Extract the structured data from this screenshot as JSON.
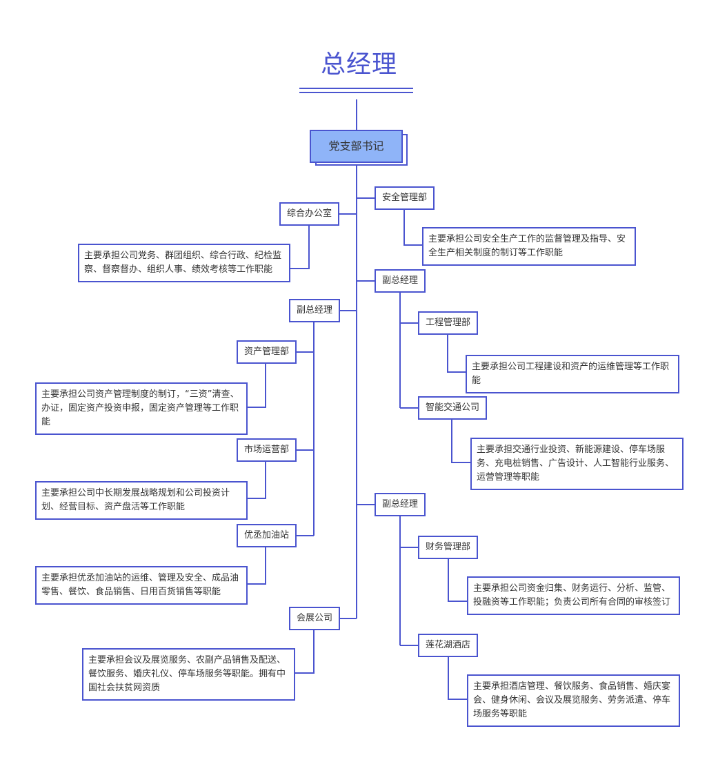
{
  "title": "总经理",
  "root": "党支部书记",
  "accent": "#4a54cf",
  "left": {
    "general_office": {
      "name": "综合办公室",
      "desc": "主要承担公司党务、群团组织、综合行政、纪检监察、督察督办、组织人事、绩效考核等工作职能"
    },
    "deputy": {
      "name": "副总经理"
    },
    "asset": {
      "name": "资产管理部",
      "desc": "主要承担公司资产管理制度的制订，“三资”清查、办证，固定资产投资申报，固定资产管理等工作职能"
    },
    "market": {
      "name": "市场运营部",
      "desc": "主要承担公司中长期发展战略规划和公司投资计划、经营目标、资产盘活等工作职能"
    },
    "gas": {
      "name": "优丞加油站",
      "desc": "主要承担优丞加油站的运维、管理及安全、成品油零售、餐饮、食品销售、日用百货销售等职能"
    },
    "expo": {
      "name": "会展公司",
      "desc": "主要承担会议及展览服务、农副产品销售及配送、餐饮服务、婚庆礼仪、停车场服务等职能。拥有中国社会扶贫网资质"
    }
  },
  "right": {
    "safety": {
      "name": "安全管理部",
      "desc": "主要承担公司安全生产工作的监督管理及指导、安全生产相关制度的制订等工作职能"
    },
    "deputy1": {
      "name": "副总经理"
    },
    "engineering": {
      "name": "工程管理部",
      "desc": "主要承担公司工程建设和资产的运维管理等工作职能"
    },
    "traffic": {
      "name": "智能交通公司",
      "desc": "主要承担交通行业投资、新能源建设、停车场服务、充电桩销售、广告设计、人工智能行业服务、运营管理等职能"
    },
    "deputy2": {
      "name": "副总经理"
    },
    "finance": {
      "name": "财务管理部",
      "desc": "主要承担公司资金归集、财务运行、分析、监管、投融资等工作职能；负责公司所有合同的审核签订"
    },
    "hotel": {
      "name": "莲花湖酒店",
      "desc": "主要承担酒店管理、餐饮服务、食品销售、婚庆宴会、健身休闲、会议及展览服务、劳务派遣、停车场服务等职能"
    }
  }
}
